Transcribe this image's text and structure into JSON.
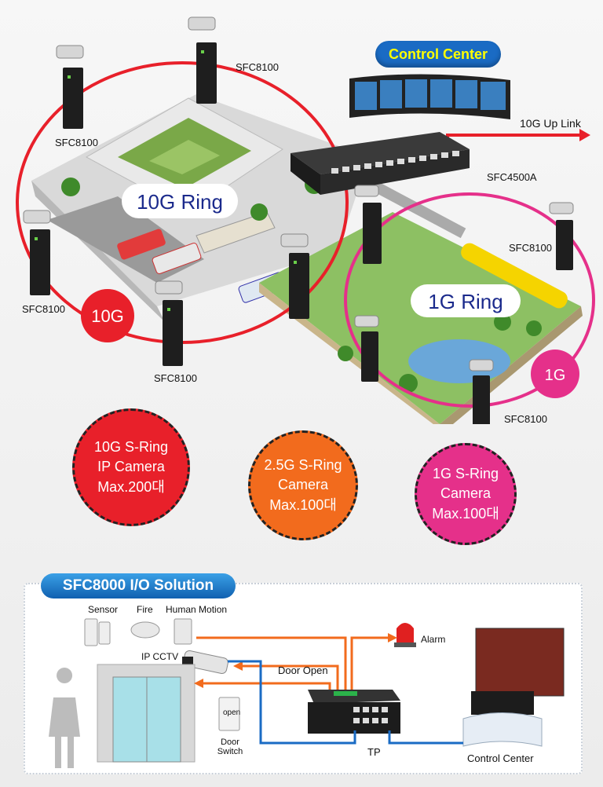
{
  "top": {
    "control_center_pill": "Control Center",
    "uplink_label": "10G Up Link",
    "core_switch_label": "SFC4500A",
    "ring_10g_label": "10G Ring",
    "ring_1g_label": "1G Ring",
    "badge_10g": "10G",
    "badge_1g": "1G",
    "switch_labels": [
      "SFC8100",
      "SFC8100",
      "SFC8100",
      "SFC8100",
      "SFC8100",
      "SFC8100"
    ]
  },
  "circles": [
    {
      "text": "10G S-Ring\nIP Camera\nMax.200대",
      "color": "#e8202a"
    },
    {
      "text": "2.5G S-Ring\nCamera\nMax.100대",
      "color": "#f26b1d"
    },
    {
      "text": "1G S-Ring\nCamera\nMax.100대",
      "color": "#e5308a"
    }
  ],
  "io": {
    "title": "SFC8000 I/O Solution",
    "sensor": "Sensor",
    "fire": "Fire",
    "human_motion": "Human Motion",
    "alarm": "Alarm",
    "ip_cctv": "IP CCTV",
    "door_open": "Door Open",
    "door_switch": "Door\nSwitch",
    "switch_button": "open",
    "tp": "TP",
    "control_center": "Control Center"
  },
  "colors": {
    "ring_10g": "#e8202a",
    "ring_1g": "#e5308a",
    "link_orange": "#f26b1d",
    "link_blue": "#1a6bc4"
  }
}
